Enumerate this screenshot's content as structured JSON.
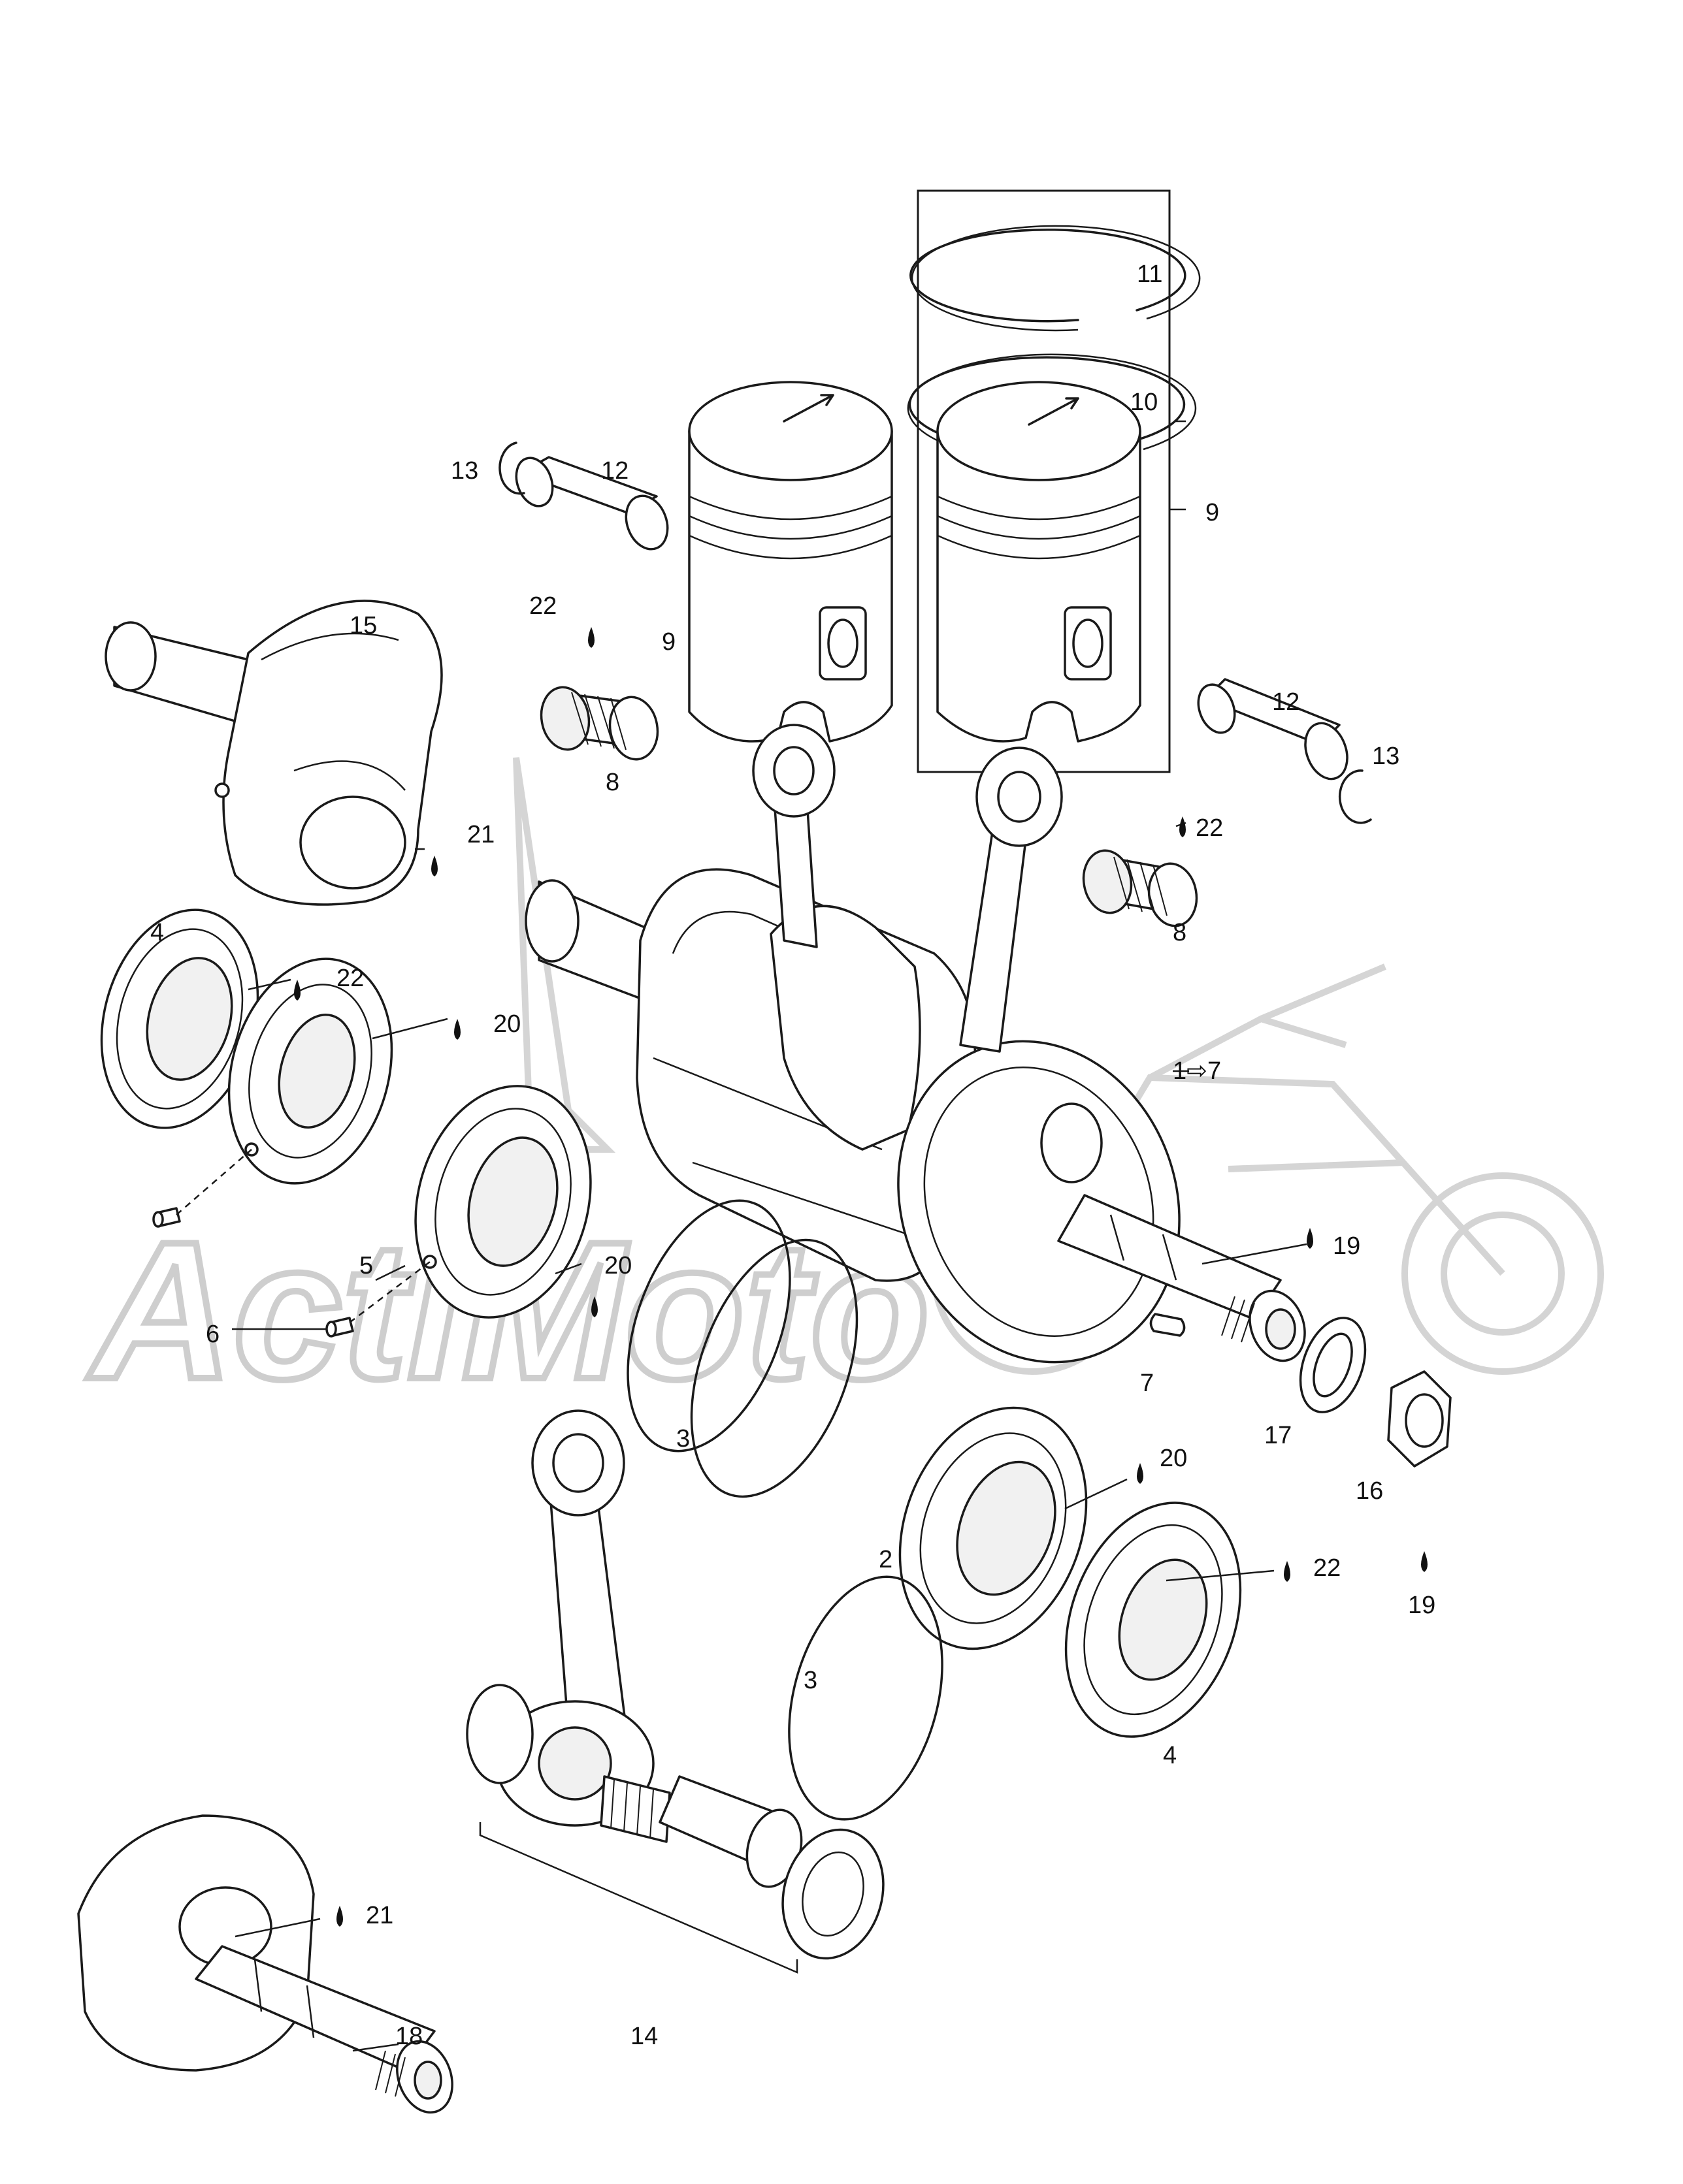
{
  "watermark": {
    "text": "ActiMoto"
  },
  "callouts": [
    {
      "id": "c-11",
      "label": "11"
    },
    {
      "id": "c-10",
      "label": "10"
    },
    {
      "id": "c-9-kit",
      "label": "9"
    },
    {
      "id": "c-13-left",
      "label": "13"
    },
    {
      "id": "c-12-left",
      "label": "12"
    },
    {
      "id": "c-22-top",
      "label": "22"
    },
    {
      "id": "c-9-piston",
      "label": "9"
    },
    {
      "id": "c-15",
      "label": "15"
    },
    {
      "id": "c-8-left",
      "label": "8"
    },
    {
      "id": "c-12-right",
      "label": "12"
    },
    {
      "id": "c-13-right",
      "label": "13"
    },
    {
      "id": "c-22-right",
      "label": "22"
    },
    {
      "id": "c-21-top",
      "label": "21"
    },
    {
      "id": "c-8-right",
      "label": "8"
    },
    {
      "id": "c-4-left",
      "label": "4"
    },
    {
      "id": "c-22-left",
      "label": "22"
    },
    {
      "id": "c-20-left",
      "label": "20"
    },
    {
      "id": "c-1-7",
      "label": "1⇨7"
    },
    {
      "id": "c-19-crank",
      "label": "19"
    },
    {
      "id": "c-5",
      "label": "5"
    },
    {
      "id": "c-20-mid",
      "label": "20"
    },
    {
      "id": "c-6",
      "label": "6"
    },
    {
      "id": "c-7",
      "label": "7"
    },
    {
      "id": "c-17",
      "label": "17"
    },
    {
      "id": "c-3-upper",
      "label": "3"
    },
    {
      "id": "c-20-right",
      "label": "20"
    },
    {
      "id": "c-16",
      "label": "16"
    },
    {
      "id": "c-2",
      "label": "2"
    },
    {
      "id": "c-22-bottom",
      "label": "22"
    },
    {
      "id": "c-19-nut",
      "label": "19"
    },
    {
      "id": "c-3-lower",
      "label": "3"
    },
    {
      "id": "c-4-right",
      "label": "4"
    },
    {
      "id": "c-21-bottom",
      "label": "21"
    },
    {
      "id": "c-18",
      "label": "18"
    },
    {
      "id": "c-14",
      "label": "14"
    }
  ]
}
